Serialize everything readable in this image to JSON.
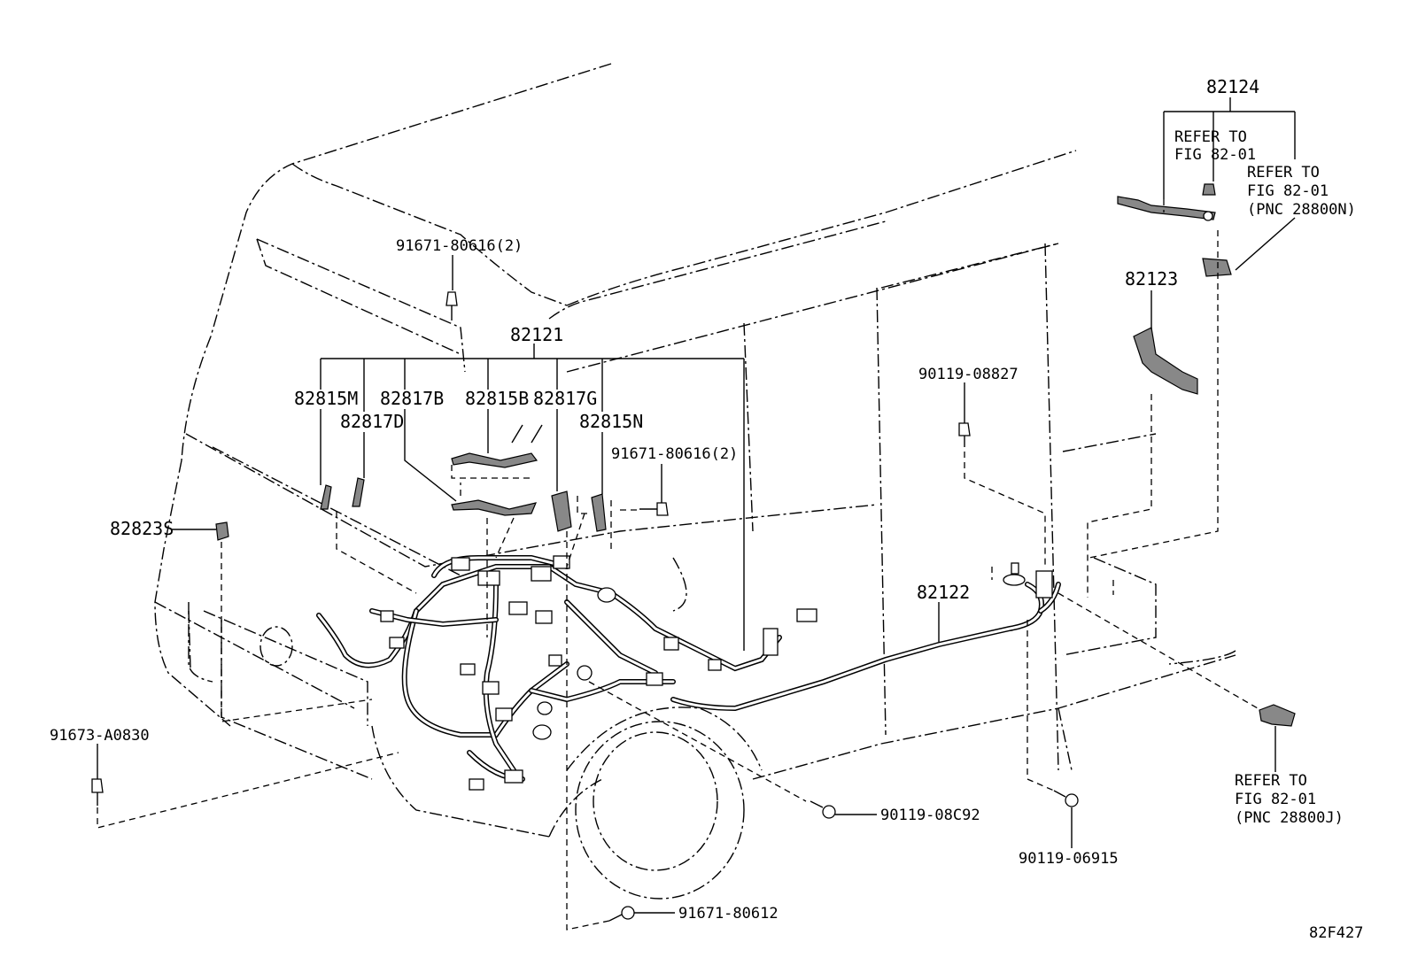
{
  "labels": {
    "p82124": "82124",
    "refer_a_1": "REFER TO",
    "refer_a_2": "FIG 82-01",
    "refer_b_1": "REFER TO",
    "refer_b_2": "FIG 82-01",
    "refer_b_3": "(PNC 28800N)",
    "p82123": "82123",
    "p91671_top": "91671-80616(2)",
    "p82121": "82121",
    "p82815M": "82815M",
    "p82817B": "82817B",
    "p82815B": "82815B",
    "p82817G": "82817G",
    "p82817D": "82817D",
    "p82815N": "82815N",
    "p91671_mid": "91671-80616(2)",
    "p90119_08827": "90119-08827",
    "p82823S": "82823S",
    "p82122": "82122",
    "p91673": "91673-A0830",
    "p90119_08C92": "90119-08C92",
    "p90119_06915": "90119-06915",
    "refer_c_1": "REFER TO",
    "refer_c_2": "FIG 82-01",
    "refer_c_3": "(PNC 28800J)",
    "p91671_bottom": "91671-80612",
    "figure_code": "82F427"
  }
}
